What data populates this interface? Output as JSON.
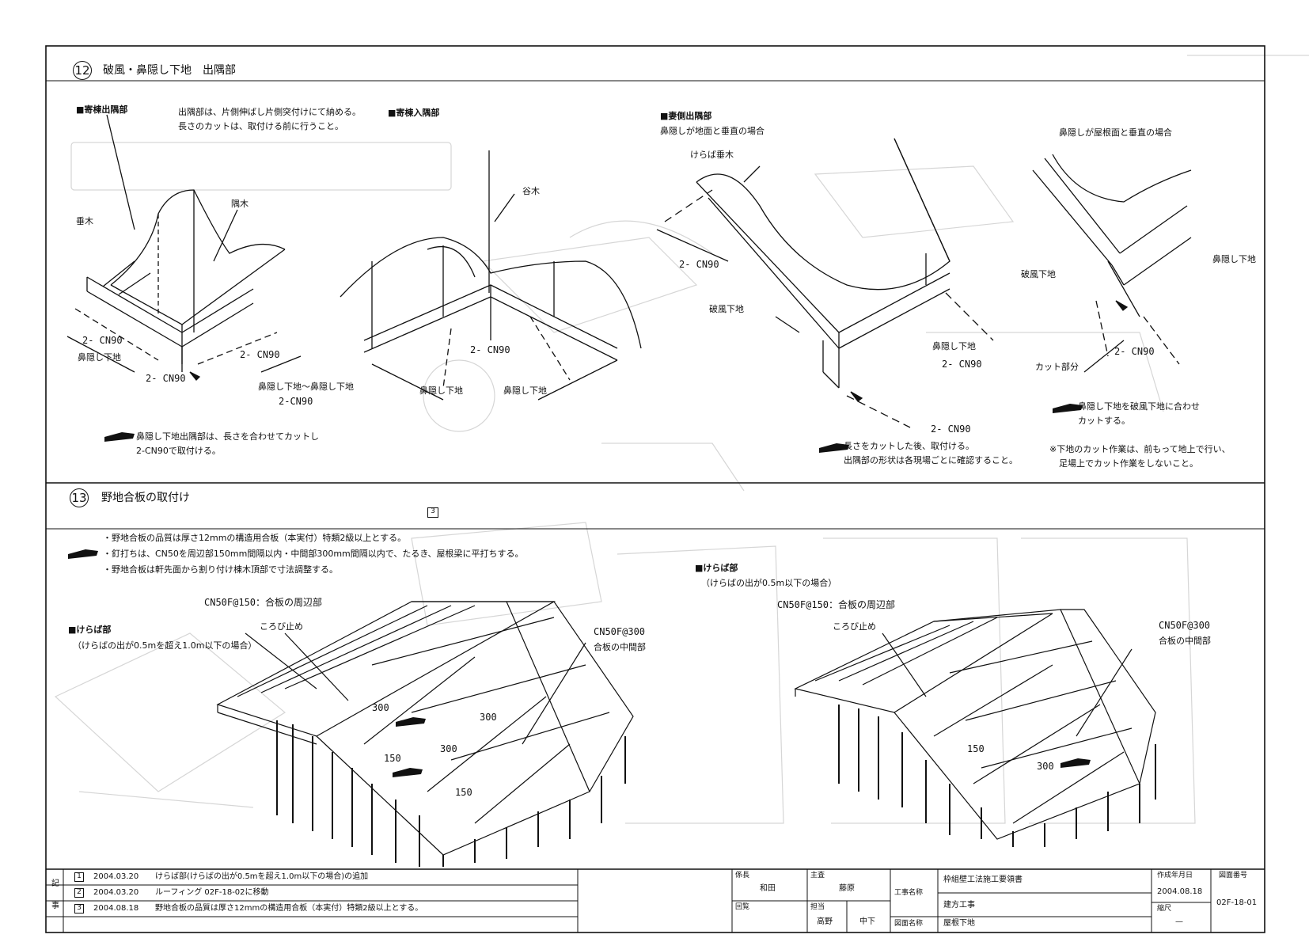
{
  "section12": {
    "number": "12",
    "title": "破風・鼻隠し下地　出隅部",
    "hip_outside": {
      "heading": "■寄棟出隅部",
      "note_line1": "出隅部は、片側伸ばし片側突付けにて納める。",
      "note_line2": "長さのカットは、取付ける前に行うこと。",
      "labels": [
        "垂木",
        "隅木",
        "2- CN90",
        "鼻隠し下地",
        "2- CN90",
        "2- CN90",
        "鼻隠し下地〜鼻隠し下地",
        "2-CN90"
      ],
      "tip_line1": "鼻隠し下地出隅部は、長さを合わせてカットし",
      "tip_line2": "2-CN90で取付ける。"
    },
    "hip_inside": {
      "heading": "■寄棟入隅部",
      "labels": [
        "谷木",
        "2- CN90",
        "鼻隠し下地",
        "鼻隠し下地"
      ]
    },
    "gable_vertical": {
      "heading": "■妻側出隅部",
      "subheading": "鼻隠しが地面と垂直の場合",
      "labels": [
        "けらば垂木",
        "2- CN90",
        "破風下地",
        "鼻隠し下地",
        "2- CN90",
        "2- CN90"
      ],
      "tip_line1": "長さをカットした後、取付ける。",
      "tip_line2": "出隅部の形状は各現場ごとに確認すること。"
    },
    "gable_roof": {
      "subheading": "鼻隠しが屋根面と垂直の場合",
      "labels": [
        "破風下地",
        "鼻隠し下地",
        "2- CN90",
        "カット部分"
      ],
      "tip_line1": "鼻隠し下地を破風下地に合わせ",
      "tip_line2": "カットする。",
      "note_line1": "※下地のカット作業は、前もって地上で行い、",
      "note_line2": "足場上でカット作業をしないこと。"
    }
  },
  "section13": {
    "number": "13",
    "title": "野地合板の取付け",
    "rev_mark": "3",
    "bullets": [
      "・野地合板の品質は厚さ12mmの構造用合板（本実付）特類2級以上とする。",
      "・釘打ちは、CN50を周辺部150mm間隔以内・中間部300mm間隔以内で、たるき、屋根梁に平打ちする。",
      "・野地合板は軒先面から割り付け棟木頂部で寸法調整する。"
    ],
    "left": {
      "heading": "■けらば部",
      "subheading": "（けらばの出が0.5mを超え1.0m以下の場合）",
      "labels": [
        "CN50F@150：合板の周辺部",
        "ころび止め",
        "CN50F@300",
        "合板の中間部",
        "300",
        "300",
        "300",
        "150",
        "150"
      ]
    },
    "right": {
      "heading": "■けらば部",
      "subheading": "（けらばの出が0.5m以下の場合）",
      "labels": [
        "CN50F@150：合板の周辺部",
        "ころび止め",
        "CN50F@300",
        "合板の中間部",
        "150",
        "300"
      ]
    }
  },
  "title_block": {
    "side_label_1": "記",
    "side_label_2": "事",
    "revisions": [
      {
        "mark": "1",
        "date": "2004.03.20",
        "text": "けらば部(けらばの出が0.5mを超え1.0m以下の場合)の追加"
      },
      {
        "mark": "2",
        "date": "2004.03.20",
        "text": "ルーフィング 02F-18-02に移動"
      },
      {
        "mark": "3",
        "date": "2004.08.18",
        "text": "野地合板の品質は厚さ12mmの構造用合板（本実付）特類2級以上とする。"
      }
    ],
    "kakari_label": "係長",
    "kakari_value": "和田",
    "shunin_label": "主査",
    "shunin_value": "藤原",
    "tanto_label": "担当",
    "tanto_value_1": "高野",
    "tanto_value_2": "中下",
    "kento_label": "回覧",
    "project_label": "工事名称",
    "project_value": "枠組壁工法施工要領書",
    "project_sub": "建方工事",
    "drawing_label": "図面名称",
    "drawing_value": "屋根下地",
    "date_label": "作成年月日",
    "date_value": "2004.08.18",
    "scale_label": "縮尺",
    "scale_value": "—",
    "number_label": "図面番号",
    "number_value": "02F-18-01"
  },
  "colors": {
    "ink": "#111111",
    "paper": "#ffffff",
    "ghost": "#d4d4d4"
  }
}
